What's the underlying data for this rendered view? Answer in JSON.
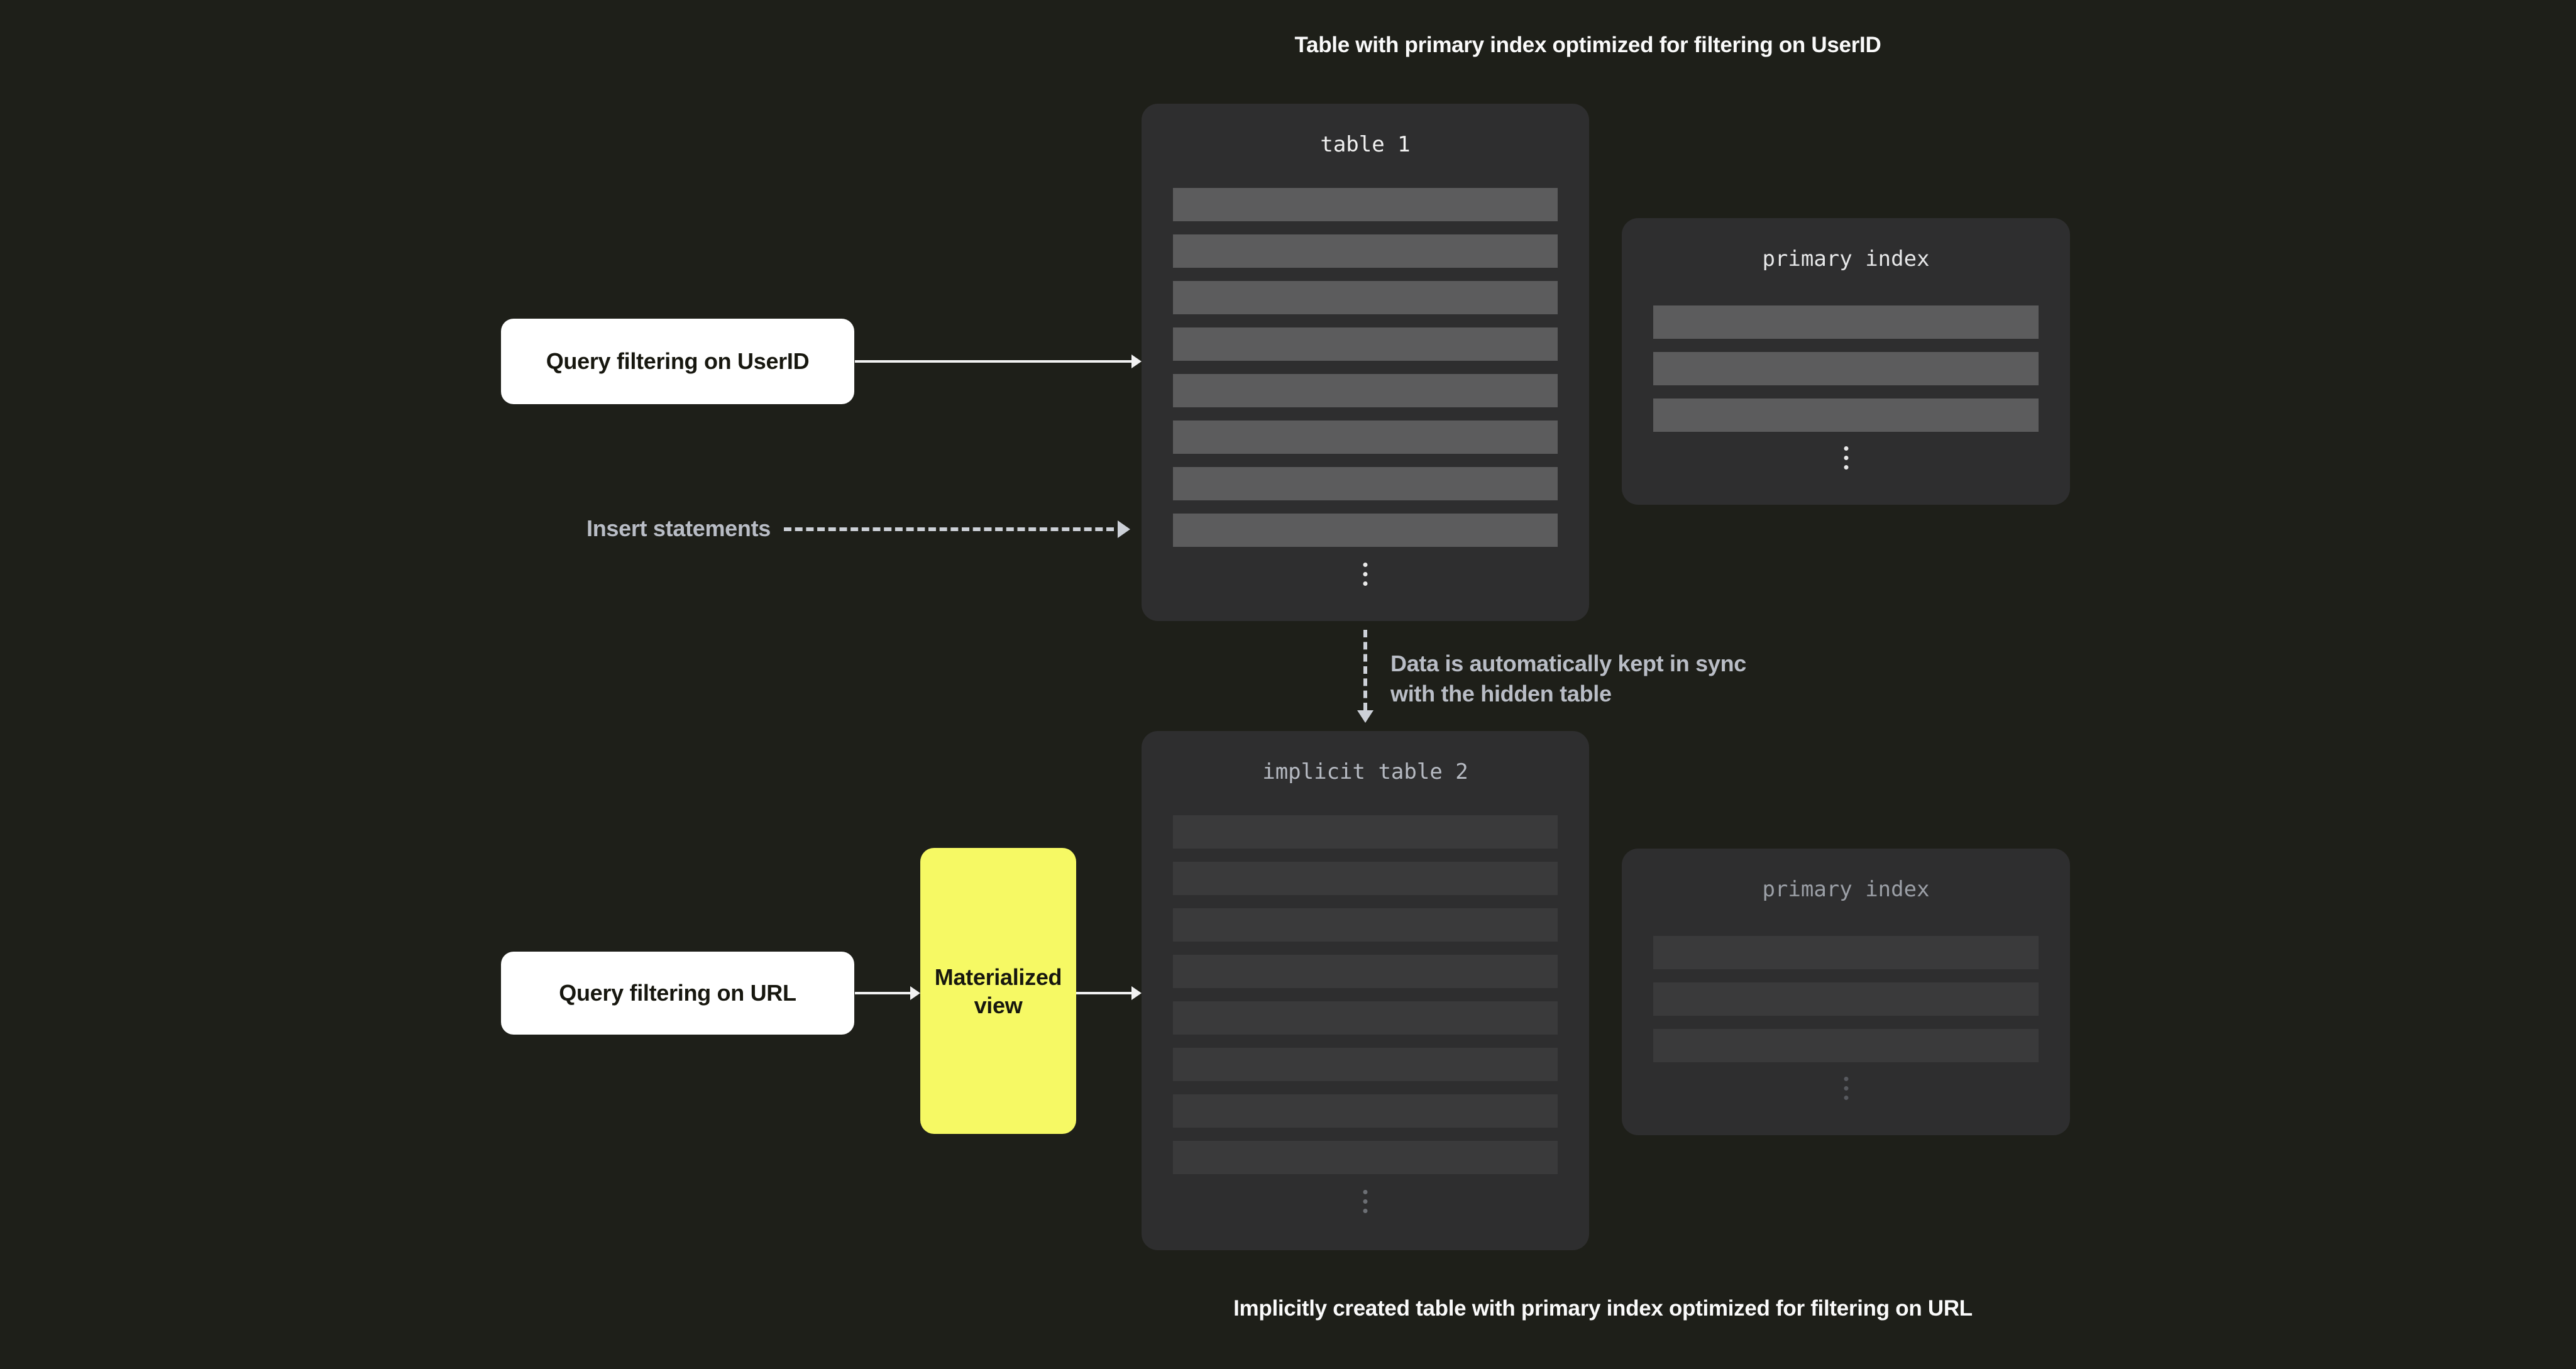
{
  "colors": {
    "background": "#1e1f19",
    "panel": "#2e2e2f",
    "row_bright": "#5c5c5d",
    "row_dim": "#3a3a3b",
    "accent_yellow": "#f6f964",
    "arrow_white": "#f2f2f2",
    "arrow_muted": "#ccd0d7",
    "muted_text": "#b9bdc6"
  },
  "captions": {
    "top": "Table with primary index optimized for filtering on UserID",
    "bottom": "Implicitly created table with primary index optimized for filtering on URL"
  },
  "diagram": {
    "table1": {
      "title": "table 1",
      "row_count": 8
    },
    "primary_index_top": {
      "title": "primary index",
      "row_count": 3
    },
    "table2": {
      "title": "implicit table 2",
      "row_count": 8
    },
    "primary_index_bottom": {
      "title": "primary index",
      "row_count": 3
    },
    "query_userid": {
      "label": "Query filtering on UserID"
    },
    "insert_statements": {
      "label": "Insert statements"
    },
    "sync_note": {
      "line1": "Data is automatically kept in sync",
      "line2": "with the hidden table"
    },
    "query_url": {
      "label": "Query filtering on URL"
    },
    "materialized_view": {
      "line1": "Materialized",
      "line2": "view"
    }
  }
}
